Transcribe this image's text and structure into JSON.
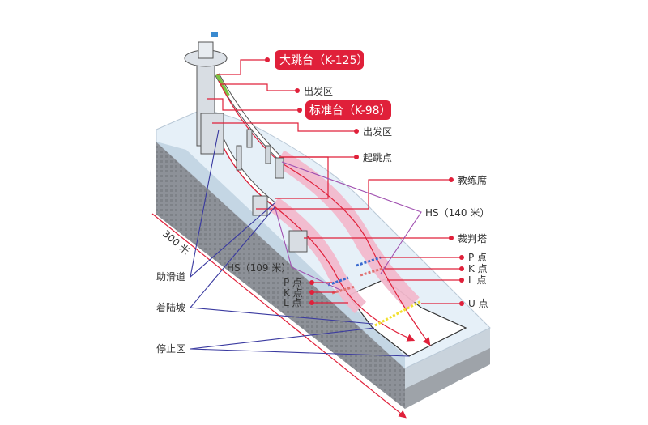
{
  "title_labels": {
    "large_hill": "大跳台（K-125）",
    "normal_hill": "标准台（K-98）"
  },
  "labels": {
    "start_area_1": "出发区",
    "start_area_2": "出发区",
    "takeoff": "起跳点",
    "coach_stand": "教练席",
    "hs_large": "HS（140 米）",
    "judge_tower": "裁判塔",
    "p_large": "P 点",
    "k_large": "K 点",
    "l_large": "L 点",
    "u_point": "U 点",
    "hs_normal": "HS（109 米）",
    "p_normal": "P 点",
    "k_normal": "K 点",
    "l_normal": "L 点",
    "inrun": "助滑道",
    "landing_slope": "着陆坡",
    "outrun": "停止区",
    "length": "300 米"
  },
  "colors": {
    "accent": "#e0203a",
    "landing": "#f2b8cc",
    "start": "#7cc243",
    "snow": "#e6f0f8",
    "ground": "#8a8e94"
  }
}
